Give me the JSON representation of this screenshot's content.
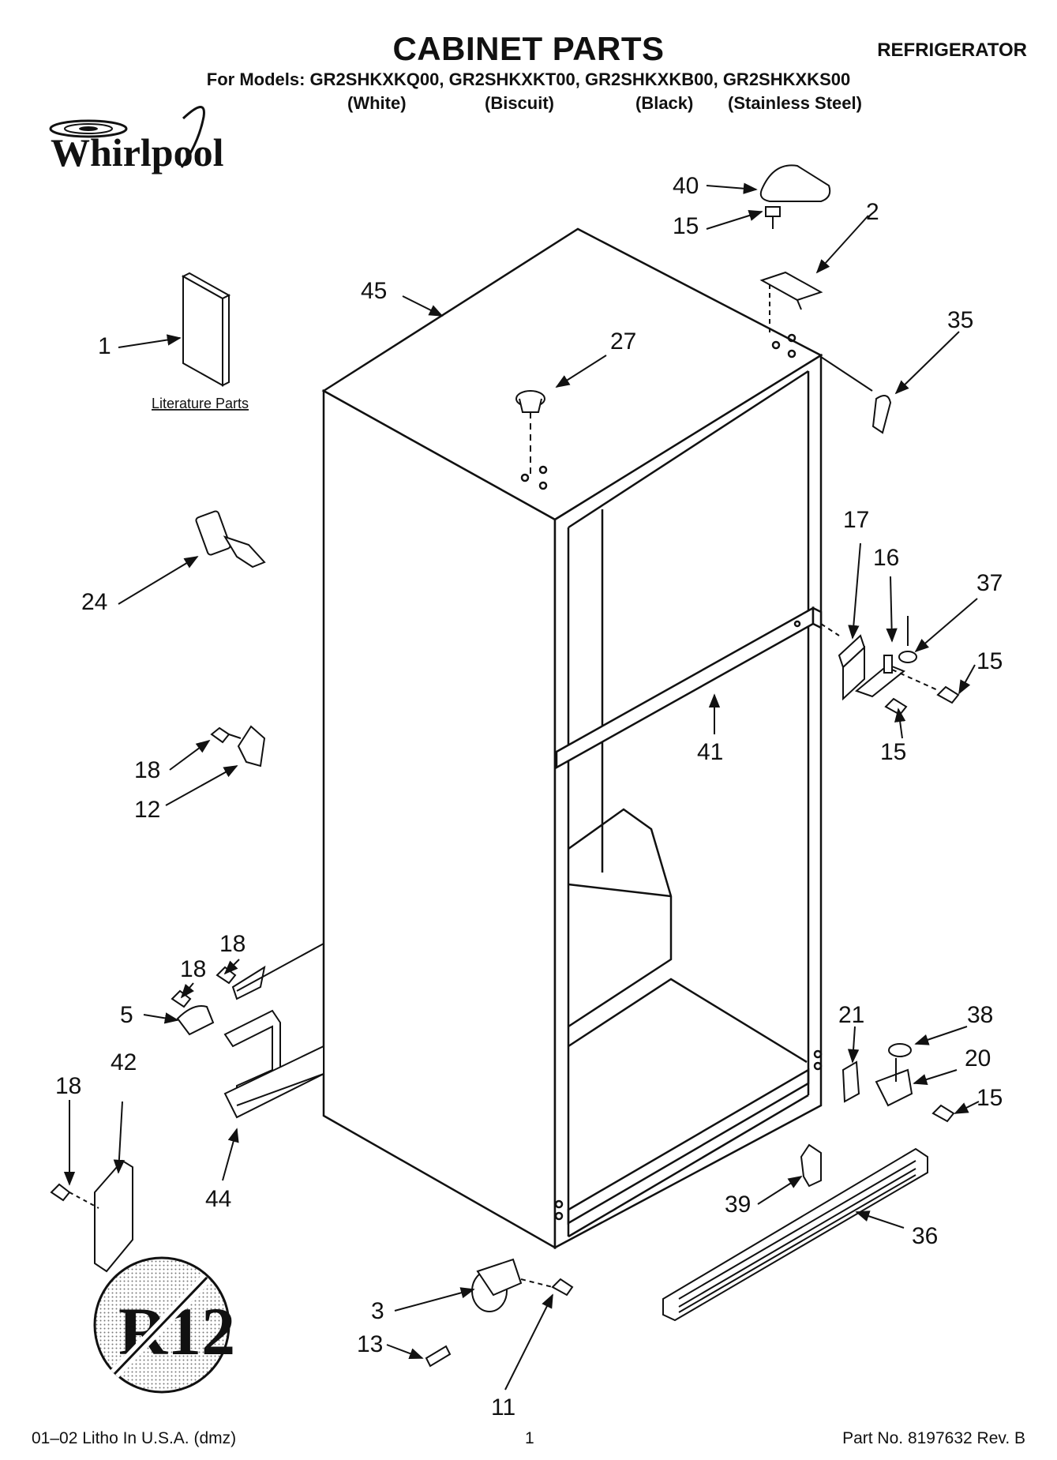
{
  "header": {
    "title": "CABINET PARTS",
    "appliance": "REFRIGERATOR",
    "models": "For Models: GR2SHKXKQ00, GR2SHKXKT00, GR2SHKXKB00, GR2SHKXKS00",
    "colors": [
      "(White)",
      "(Biscuit)",
      "(Black)",
      "(Stainless Steel)"
    ]
  },
  "brand": {
    "logo": "Whirlpool"
  },
  "literature_label": "Literature Parts",
  "r12_symbol": "R12",
  "callouts": {
    "c40": "40",
    "c15a": "15",
    "c2": "2",
    "c45": "45",
    "c27": "27",
    "c35": "35",
    "c1": "1",
    "c24": "24",
    "c17": "17",
    "c16": "16",
    "c37": "37",
    "c15b": "15",
    "c15c": "15",
    "c41": "41",
    "c18a": "18",
    "c12": "12",
    "c18b": "18",
    "c18c": "18",
    "c5": "5",
    "c21": "21",
    "c38": "38",
    "c20": "20",
    "c15d": "15",
    "c18d": "18",
    "c42": "42",
    "c44": "44",
    "c39": "39",
    "c36": "36",
    "c3": "3",
    "c13": "13",
    "c11": "11"
  },
  "footer": {
    "left": "01–02 Litho In U.S.A. (dmz)",
    "page": "1",
    "right": "Part No. 8197632 Rev. B"
  }
}
